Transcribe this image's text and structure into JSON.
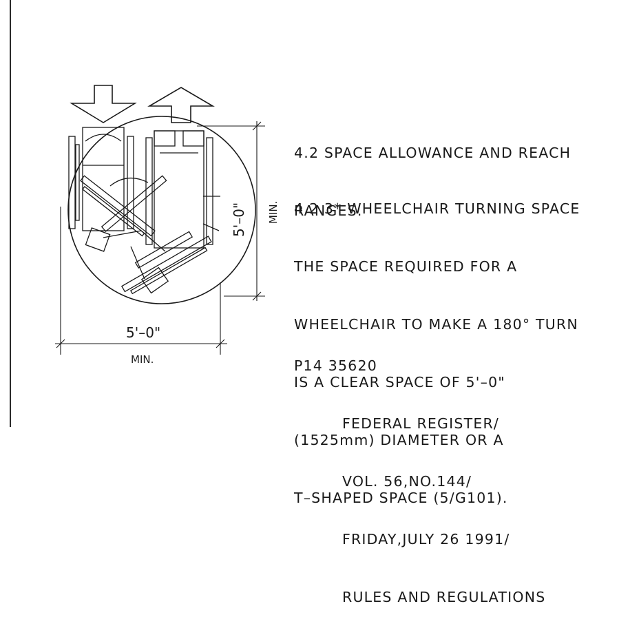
{
  "section": {
    "heading_line1": "4.2 SPACE ALLOWANCE AND REACH",
    "heading_line2": "RANGES."
  },
  "clause": {
    "lines": [
      "4.2.3* WHEELCHAIR TURNING SPACE",
      "THE SPACE REQUIRED FOR A",
      "WHEELCHAIR TO MAKE A 180° TURN",
      "IS A CLEAR SPACE OF 5'–0\"",
      "(1525mm) DIAMETER OR A",
      "T–SHAPED SPACE (5/G101)."
    ]
  },
  "reference": {
    "code": "P14 35620",
    "lines": [
      "FEDERAL REGISTER/",
      "VOL. 56,NO.144/",
      "FRIDAY,JULY 26 1991/",
      "RULES AND REGULATIONS"
    ]
  },
  "dimensions": {
    "vertical_value": "5'–0\"",
    "vertical_qualifier": "MIN.",
    "horizontal_value": "5'–0\"",
    "horizontal_qualifier": "MIN."
  },
  "icons": {
    "arrow_down": "arrow-down-icon",
    "arrow_up": "arrow-up-icon",
    "wheelchair": "wheelchair-icon"
  },
  "colors": {
    "ink": "#1a1a1a",
    "paper": "#ffffff"
  }
}
